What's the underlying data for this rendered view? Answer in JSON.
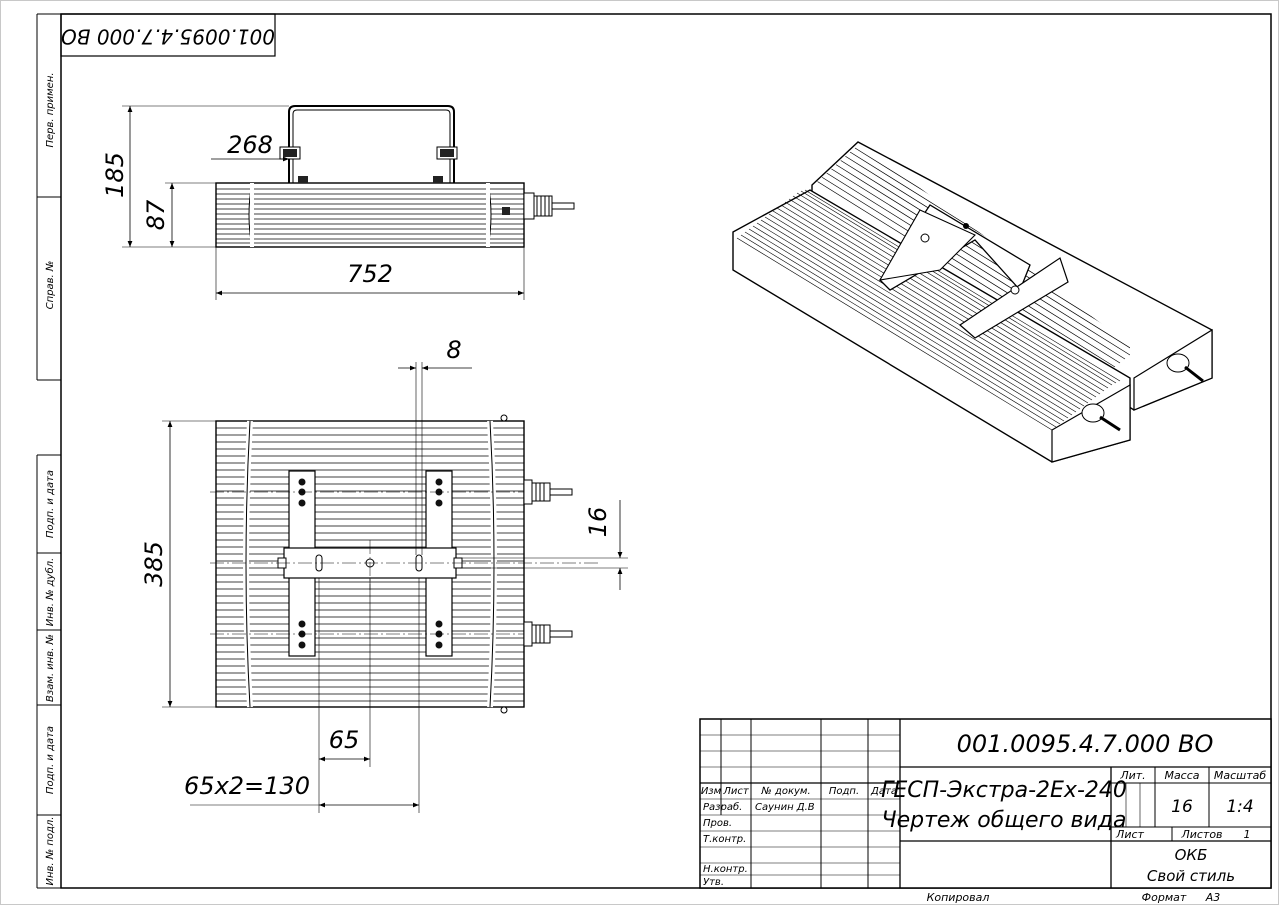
{
  "document": {
    "designation": "001.0095.4.7.000 ВО",
    "designation_compact": "001.0095.4.7.000 ВО",
    "product_name": "ГЕСП-Экстра-2Ex-240",
    "document_name": "Чертеж общего вида"
  },
  "side_strip": {
    "perv_primen": "Перв. примен.",
    "sprav_no": "Справ. №",
    "podp_data_top": "Подп. и дата",
    "inv_dubl": "Инв. № дубл.",
    "vzam_inv": "Взам. инв. №",
    "podp_data_bottom": "Подп. и дата",
    "inv_podl": "Инв. № подл."
  },
  "dimensions": {
    "side_view": {
      "overall_height": "185",
      "body_height": "87",
      "length": "752",
      "bracket_width": "268"
    },
    "top_view": {
      "width": "385",
      "slot_width": "8",
      "hole_offset": "16",
      "hole_pitch": "65",
      "pitch_total": "65x2=130"
    }
  },
  "title_block": {
    "headers": {
      "izm": "Изм",
      "list": "Лист",
      "doc_no": "№ докум.",
      "podp": "Подп.",
      "data": "Дата"
    },
    "roles": {
      "razrab": "Разраб.",
      "prov": "Пров.",
      "tkontr": "Т.контр.",
      "nkontr": "Н.контр.",
      "utv": "Утв."
    },
    "developer": "Саунин Д.В",
    "lit_label": "Лит.",
    "mass_label": "Масса",
    "scale_label": "Масштаб",
    "mass_value": "16",
    "scale_value": "1:4",
    "sheet_label": "Лист",
    "sheets_label": "Листов",
    "sheets_value": "1",
    "org_line1": "ОКБ",
    "org_line2": "Свой стиль",
    "copied": "Копировал",
    "format_label": "Формат",
    "format_value": "А3"
  }
}
